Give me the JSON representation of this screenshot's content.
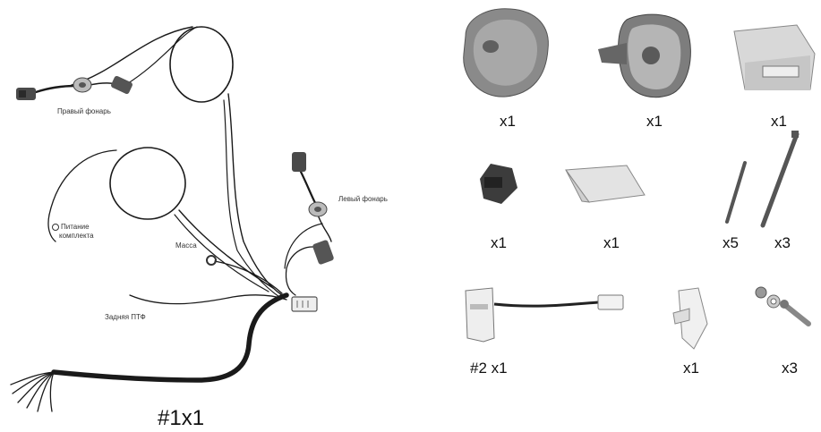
{
  "harness": {
    "label_right_lamp": "Правый фонарь",
    "label_left_lamp": "Левый фонарь",
    "label_power_1": "Питание",
    "label_power_2": "комплекта",
    "label_ground": "Масса",
    "label_rear_fog": "Задняя ПТФ",
    "quantity": "#1x1"
  },
  "parts": [
    {
      "name": "socket-7pin",
      "qty": "x1"
    },
    {
      "name": "socket-flange",
      "qty": "x1"
    },
    {
      "name": "connector-block",
      "qty": "x1"
    },
    {
      "name": "small-connector",
      "qty": "x1"
    },
    {
      "name": "adhesive-pad",
      "qty": "x1"
    },
    {
      "name": "cable-ties-short",
      "qty": "x5"
    },
    {
      "name": "cable-ties-long",
      "qty": "x3"
    },
    {
      "name": "fuse-tap",
      "qty": "#2 x1"
    },
    {
      "name": "fuse-clip",
      "qty": "x1"
    },
    {
      "name": "bolt-set",
      "qty": "x3"
    }
  ]
}
